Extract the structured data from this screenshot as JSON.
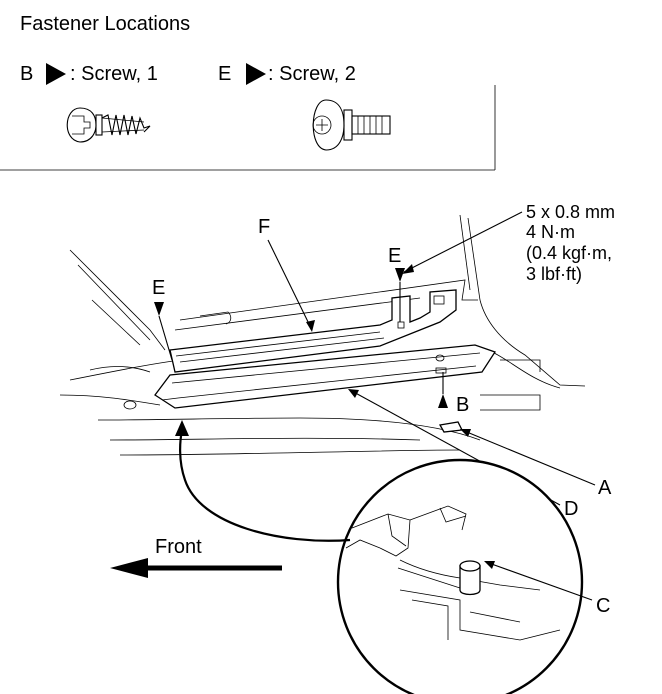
{
  "header": {
    "title": "Fastener Locations",
    "fasteners": [
      {
        "letter": "B",
        "desc": ": Screw, 1"
      },
      {
        "letter": "E",
        "desc": ": Screw, 2"
      }
    ]
  },
  "callouts": {
    "F": "F",
    "E_right": "E",
    "E_left": "E",
    "A": "A",
    "B": "B",
    "C": "C",
    "D": "D"
  },
  "torque": {
    "line1": "5 x 0.8 mm",
    "line2": "4 N·m",
    "line3": "(0.4 kgf·m,",
    "line4": "3 lbf·ft)"
  },
  "direction": {
    "label": "Front"
  }
}
